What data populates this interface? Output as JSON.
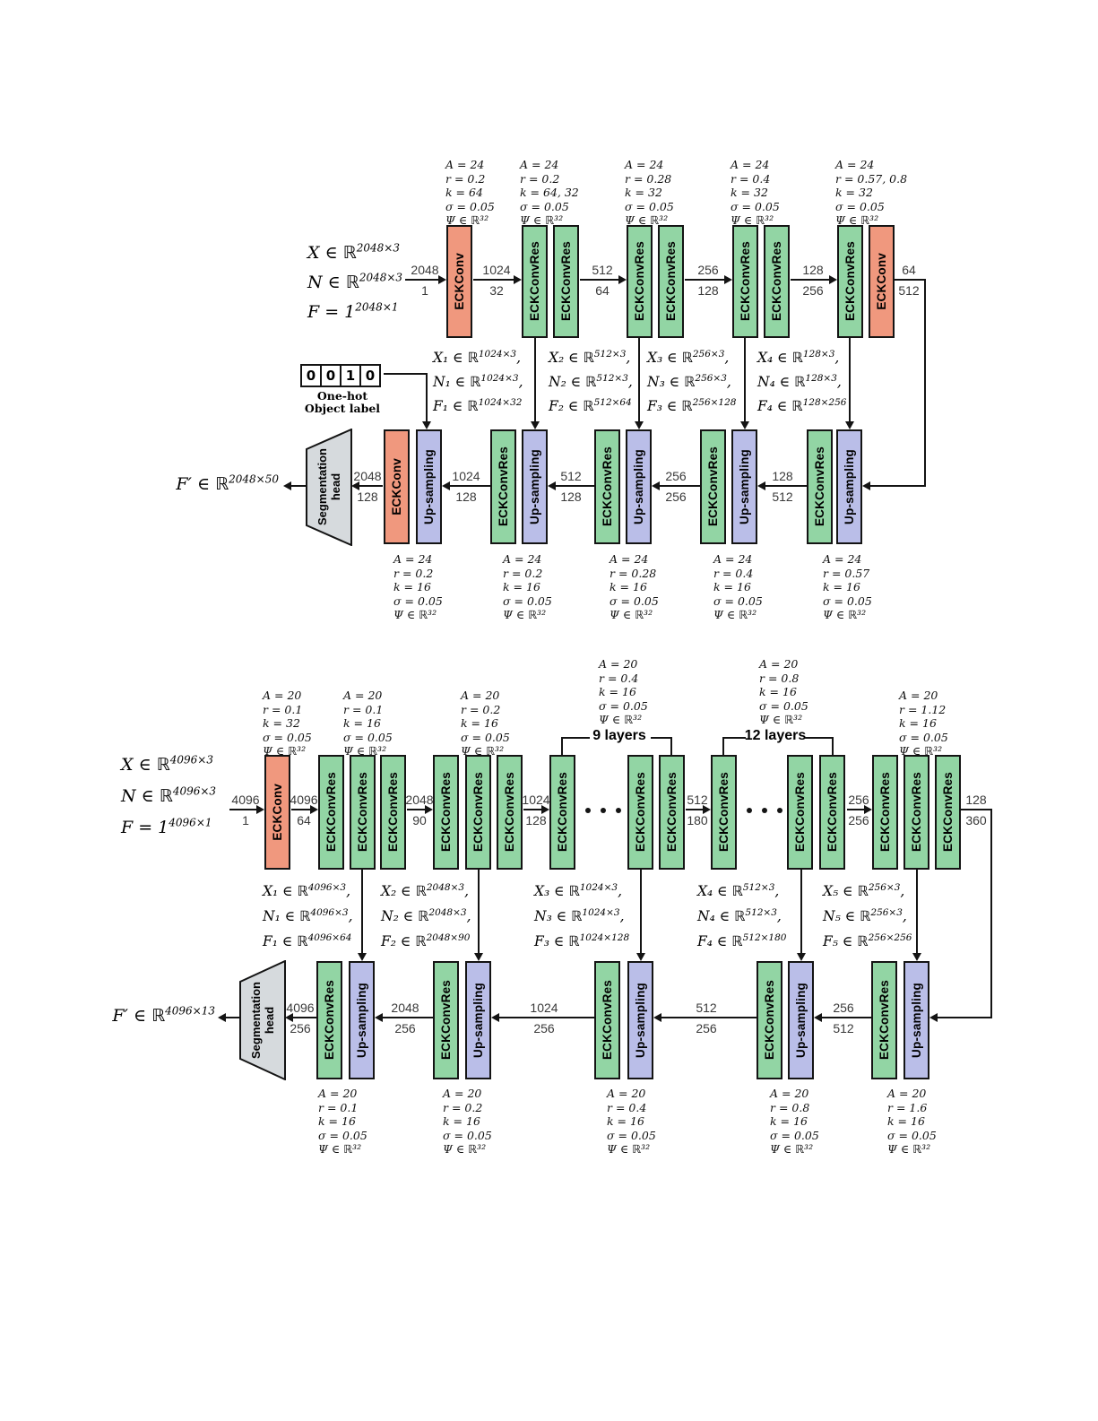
{
  "colors": {
    "conv": "#F0987E",
    "res": "#92D5A4",
    "up": "#BABEE8",
    "seg": "#D6DADD"
  },
  "labels": {
    "conv": "ECKConv",
    "res": "ECKConvRes",
    "up": "Up-sampling",
    "seg1": "Segmentation",
    "seg2": "head"
  },
  "d1": {
    "inputs": [
      {
        "a": "X ∈ ℝ",
        "sup": "2048×3",
        "c": ""
      },
      {
        "a": "N ∈ ℝ",
        "sup": "2048×3",
        "c": ""
      },
      {
        "a": "F = 1",
        "sup": "2048×1",
        "c": ""
      }
    ],
    "output": {
      "a": "F′ ∈ ℝ",
      "sup": "2048×50",
      "c": ""
    },
    "onehot": {
      "cells": [
        "0",
        "0",
        "1",
        "0"
      ],
      "caption1": "One-hot",
      "caption2": "Object label"
    },
    "enc_params": [
      [
        "A = 24",
        "r = 0.2",
        "k = 64",
        "σ = 0.05",
        "Ψ ∈ ℝ³²"
      ],
      [
        "A = 24",
        "r = 0.2",
        "k = 64, 32",
        "σ = 0.05",
        "Ψ ∈ ℝ³²"
      ],
      [
        "A = 24",
        "r = 0.28",
        "k = 32",
        "σ = 0.05",
        "Ψ ∈ ℝ³²"
      ],
      [
        "A = 24",
        "r = 0.4",
        "k = 32",
        "σ = 0.05",
        "Ψ ∈ ℝ³²"
      ],
      [
        "A = 24",
        "r = 0.57, 0.8",
        "k = 32",
        "σ = 0.05",
        "Ψ ∈ ℝ³²"
      ]
    ],
    "dec_params": [
      [
        "A = 24",
        "r = 0.2",
        "k = 16",
        "σ = 0.05",
        "Ψ ∈ ℝ³²"
      ],
      [
        "A = 24",
        "r = 0.2",
        "k = 16",
        "σ = 0.05",
        "Ψ ∈ ℝ³²"
      ],
      [
        "A = 24",
        "r = 0.28",
        "k = 16",
        "σ = 0.05",
        "Ψ ∈ ℝ³²"
      ],
      [
        "A = 24",
        "r = 0.4",
        "k = 16",
        "σ = 0.05",
        "Ψ ∈ ℝ³²"
      ],
      [
        "A = 24",
        "r = 0.57",
        "k = 16",
        "σ = 0.05",
        "Ψ ∈ ℝ³²"
      ]
    ],
    "enc_arrows": [
      {
        "t": "2048",
        "b": "1"
      },
      {
        "t": "1024",
        "b": "32"
      },
      {
        "t": "512",
        "b": "64"
      },
      {
        "t": "256",
        "b": "128"
      },
      {
        "t": "128",
        "b": "256"
      },
      {
        "t": "64",
        "b": "512"
      }
    ],
    "dec_arrows": [
      {
        "t": "2048",
        "b": "128"
      },
      {
        "t": "1024",
        "b": "128"
      },
      {
        "t": "512",
        "b": "128"
      },
      {
        "t": "256",
        "b": "256"
      },
      {
        "t": "128",
        "b": "512"
      }
    ],
    "skips": [
      [
        {
          "a": "X₁ ∈ ℝ",
          "sup": "1024×3",
          "c": ","
        },
        {
          "a": "N₁ ∈ ℝ",
          "sup": "1024×3",
          "c": ","
        },
        {
          "a": "F₁ ∈ ℝ",
          "sup": "1024×32",
          "c": ""
        }
      ],
      [
        {
          "a": "X₂ ∈ ℝ",
          "sup": "512×3",
          "c": ","
        },
        {
          "a": "N₂ ∈ ℝ",
          "sup": "512×3",
          "c": ","
        },
        {
          "a": "F₂ ∈ ℝ",
          "sup": "512×64",
          "c": ""
        }
      ],
      [
        {
          "a": "X₃ ∈ ℝ",
          "sup": "256×3",
          "c": ","
        },
        {
          "a": "N₃ ∈ ℝ",
          "sup": "256×3",
          "c": ","
        },
        {
          "a": "F₃ ∈ ℝ",
          "sup": "256×128",
          "c": ""
        }
      ],
      [
        {
          "a": "X₄ ∈ ℝ",
          "sup": "128×3",
          "c": ","
        },
        {
          "a": "N₄ ∈ ℝ",
          "sup": "128×3",
          "c": ","
        },
        {
          "a": "F₄ ∈ ℝ",
          "sup": "128×256",
          "c": ""
        }
      ]
    ]
  },
  "d2": {
    "inputs": [
      {
        "a": "X ∈ ℝ",
        "sup": "4096×3",
        "c": ""
      },
      {
        "a": "N ∈ ℝ",
        "sup": "4096×3",
        "c": ""
      },
      {
        "a": "F = 1",
        "sup": "4096×1",
        "c": ""
      }
    ],
    "output": {
      "a": "F′ ∈ ℝ",
      "sup": "4096×13",
      "c": ""
    },
    "groups": {
      "g9": "9 layers",
      "g12": "12 layers"
    },
    "enc_params": [
      [
        "A = 20",
        "r = 0.1",
        "k = 32",
        "σ = 0.05",
        "Ψ ∈ ℝ³²"
      ],
      [
        "A = 20",
        "r = 0.1",
        "k = 16",
        "σ = 0.05",
        "Ψ ∈ ℝ³²"
      ],
      [
        "A = 20",
        "r = 0.2",
        "k = 16",
        "σ = 0.05",
        "Ψ ∈ ℝ³²"
      ],
      [
        "A = 20",
        "r = 0.4",
        "k = 16",
        "σ = 0.05",
        "Ψ ∈ ℝ³²"
      ],
      [
        "A = 20",
        "r = 0.8",
        "k = 16",
        "σ = 0.05",
        "Ψ ∈ ℝ³²"
      ],
      [
        "A = 20",
        "r = 1.12",
        "k = 16",
        "σ = 0.05",
        "Ψ ∈ ℝ³²"
      ]
    ],
    "dec_params": [
      [
        "A = 20",
        "r = 0.1",
        "k = 16",
        "σ = 0.05",
        "Ψ ∈ ℝ³²"
      ],
      [
        "A = 20",
        "r = 0.2",
        "k = 16",
        "σ = 0.05",
        "Ψ ∈ ℝ³²"
      ],
      [
        "A = 20",
        "r = 0.4",
        "k = 16",
        "σ = 0.05",
        "Ψ ∈ ℝ³²"
      ],
      [
        "A = 20",
        "r = 0.8",
        "k = 16",
        "σ = 0.05",
        "Ψ ∈ ℝ³²"
      ],
      [
        "A = 20",
        "r = 1.6",
        "k = 16",
        "σ = 0.05",
        "Ψ ∈ ℝ³²"
      ]
    ],
    "enc_arrows": [
      {
        "t": "4096",
        "b": "1"
      },
      {
        "t": "4096",
        "b": "64"
      },
      {
        "t": "2048",
        "b": "90"
      },
      {
        "t": "1024",
        "b": "128"
      },
      {
        "t": "512",
        "b": "180"
      },
      {
        "t": "256",
        "b": "256"
      },
      {
        "t": "128",
        "b": "360"
      }
    ],
    "dec_arrows": [
      {
        "t": "4096",
        "b": "256"
      },
      {
        "t": "2048",
        "b": "256"
      },
      {
        "t": "1024",
        "b": "256"
      },
      {
        "t": "512",
        "b": "256"
      },
      {
        "t": "256",
        "b": "512"
      }
    ],
    "skips": [
      [
        {
          "a": "X₁ ∈ ℝ",
          "sup": "4096×3",
          "c": ","
        },
        {
          "a": "N₁ ∈ ℝ",
          "sup": "4096×3",
          "c": ","
        },
        {
          "a": "F₁ ∈ ℝ",
          "sup": "4096×64",
          "c": ""
        }
      ],
      [
        {
          "a": "X₂ ∈ ℝ",
          "sup": "2048×3",
          "c": ","
        },
        {
          "a": "N₂ ∈ ℝ",
          "sup": "2048×3",
          "c": ","
        },
        {
          "a": "F₂ ∈ ℝ",
          "sup": "2048×90",
          "c": ""
        }
      ],
      [
        {
          "a": "X₃ ∈ ℝ",
          "sup": "1024×3",
          "c": ","
        },
        {
          "a": "N₃ ∈ ℝ",
          "sup": "1024×3",
          "c": ","
        },
        {
          "a": "F₃ ∈ ℝ",
          "sup": "1024×128",
          "c": ""
        }
      ],
      [
        {
          "a": "X₄ ∈ ℝ",
          "sup": "512×3",
          "c": ","
        },
        {
          "a": "N₄ ∈ ℝ",
          "sup": "512×3",
          "c": ","
        },
        {
          "a": "F₄ ∈ ℝ",
          "sup": "512×180",
          "c": ""
        }
      ],
      [
        {
          "a": "X₅ ∈ ℝ",
          "sup": "256×3",
          "c": ","
        },
        {
          "a": "N₅ ∈ ℝ",
          "sup": "256×3",
          "c": ","
        },
        {
          "a": "F₅ ∈ ℝ",
          "sup": "256×256",
          "c": ""
        }
      ]
    ]
  }
}
